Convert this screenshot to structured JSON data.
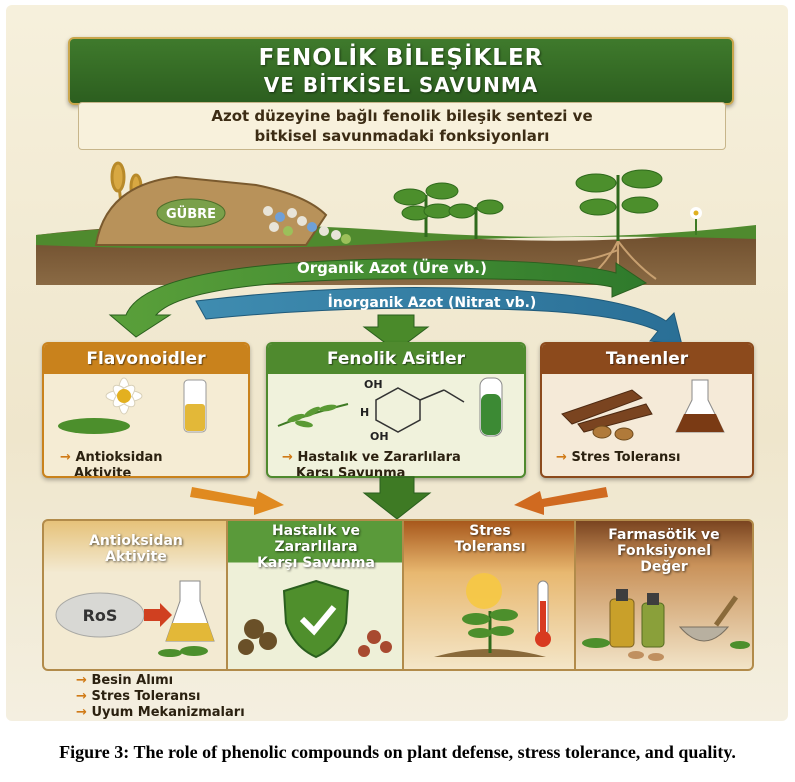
{
  "title": {
    "line1": "FENOLİK BİLEŞİKLER",
    "line2": "VE BİTKİSEL SAVUNMA"
  },
  "subtitle": {
    "line1": "Azot düzeyine bağlı fenolik bileşik sentezi ve",
    "line2": "bitkisel savunmadaki fonksiyonları"
  },
  "scene": {
    "sack_label": "GÜBRE"
  },
  "flows": {
    "organic": "Organik Azot (Üre vb.)",
    "inorganic": "İnorganik Azot (Nitrat vb.)"
  },
  "categories": [
    {
      "title": "Flavonoidler",
      "items": [
        "Antioksidan",
        "Aktivite"
      ],
      "color": "#c9821c"
    },
    {
      "title": "Fenolik Asitler",
      "items": [
        "Hastalık ve Zararlılara",
        "Karşı Savunma"
      ],
      "color": "#4f8a2e"
    },
    {
      "title": "Tanenler",
      "items": [
        "Stres Toleransı"
      ],
      "color": "#8c4a1c"
    }
  ],
  "chemistry": {
    "oh_top": "OH",
    "oh_bottom": "OH",
    "h_left": "H"
  },
  "outcomes": [
    {
      "title_lines": [
        "Antioksidan",
        "Aktivite"
      ],
      "color": "#d39a2a"
    },
    {
      "title_lines": [
        "Hastalık ve",
        "Zararlılara",
        "Karşı Savunma"
      ],
      "color": "#4f8a2e"
    },
    {
      "title_lines": [
        "Stres",
        "Toleransı"
      ],
      "color": "#b0601e"
    },
    {
      "title_lines": [
        "Farmasötik ve",
        "Fonksiyonel",
        "Değer"
      ],
      "color": "#8c4a1c"
    }
  ],
  "ros_label": "RoS",
  "legend": [
    "Besin Alımı",
    "Stres Toleransı",
    "Uyum Mekanizmaları"
  ],
  "caption": "Figure 3: The role of phenolic compounds on plant defense, stress tolerance, and quality."
}
